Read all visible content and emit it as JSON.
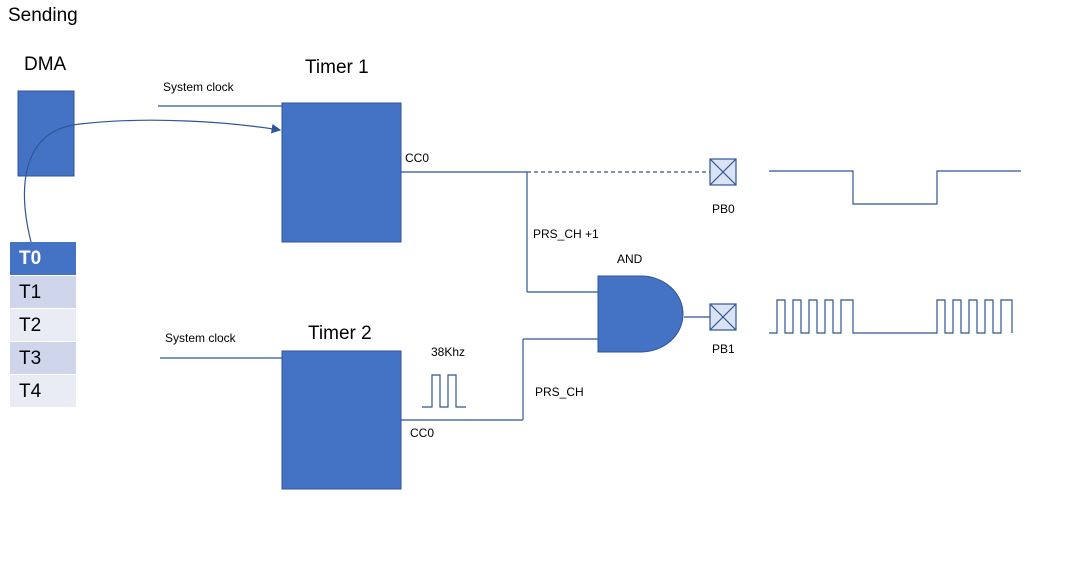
{
  "title": "Sending",
  "dma_label": "DMA",
  "timer1_label": "Timer 1",
  "timer2_label": "Timer 2",
  "clock1_label": "System clock",
  "clock2_label": "System clock",
  "cc0_top_label": "CC0",
  "cc0_bottom_label": "CC0",
  "prs_ch_plus1_label": "PRS_CH +1",
  "prs_ch_label": "PRS_CH",
  "and_label": "AND",
  "freq_label": "38Khz",
  "pb0_label": "PB0",
  "pb1_label": "PB1",
  "dma_table": [
    "T0",
    "T1",
    "T2",
    "T3",
    "T4"
  ],
  "colors": {
    "block_fill": "#4472c4",
    "wire": "#2f5597",
    "table_header": "#4472c4",
    "table_row_a": "#cfd5ea",
    "table_row_b": "#e9ebf5"
  }
}
